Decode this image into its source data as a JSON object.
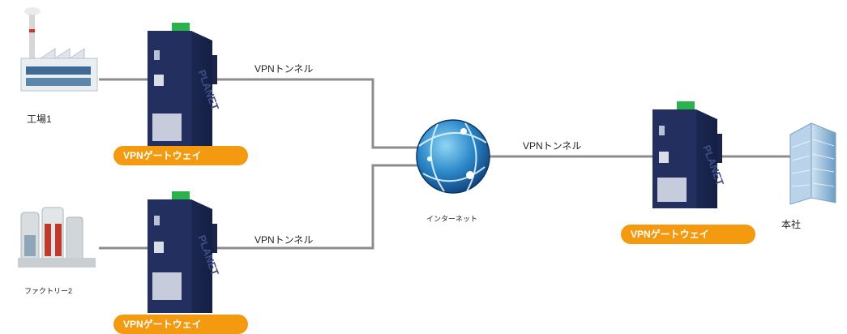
{
  "sites": {
    "factory1": "工場1",
    "factory2": "ファクトリー2",
    "hq": "本社",
    "internet": "インターネット"
  },
  "tunnel_label": "VPNトンネル",
  "gateway_label": "VPNゲートウェイ",
  "device_brand": "PLANET",
  "colors": {
    "badge": "#f39a10",
    "line": "#8c8c8c",
    "device_body": "#1c2a55",
    "terminal": "#2bb24c"
  },
  "icons": [
    "factory-icon",
    "industrial-plant-icon",
    "office-building-icon",
    "globe-icon",
    "gateway-device-icon"
  ]
}
